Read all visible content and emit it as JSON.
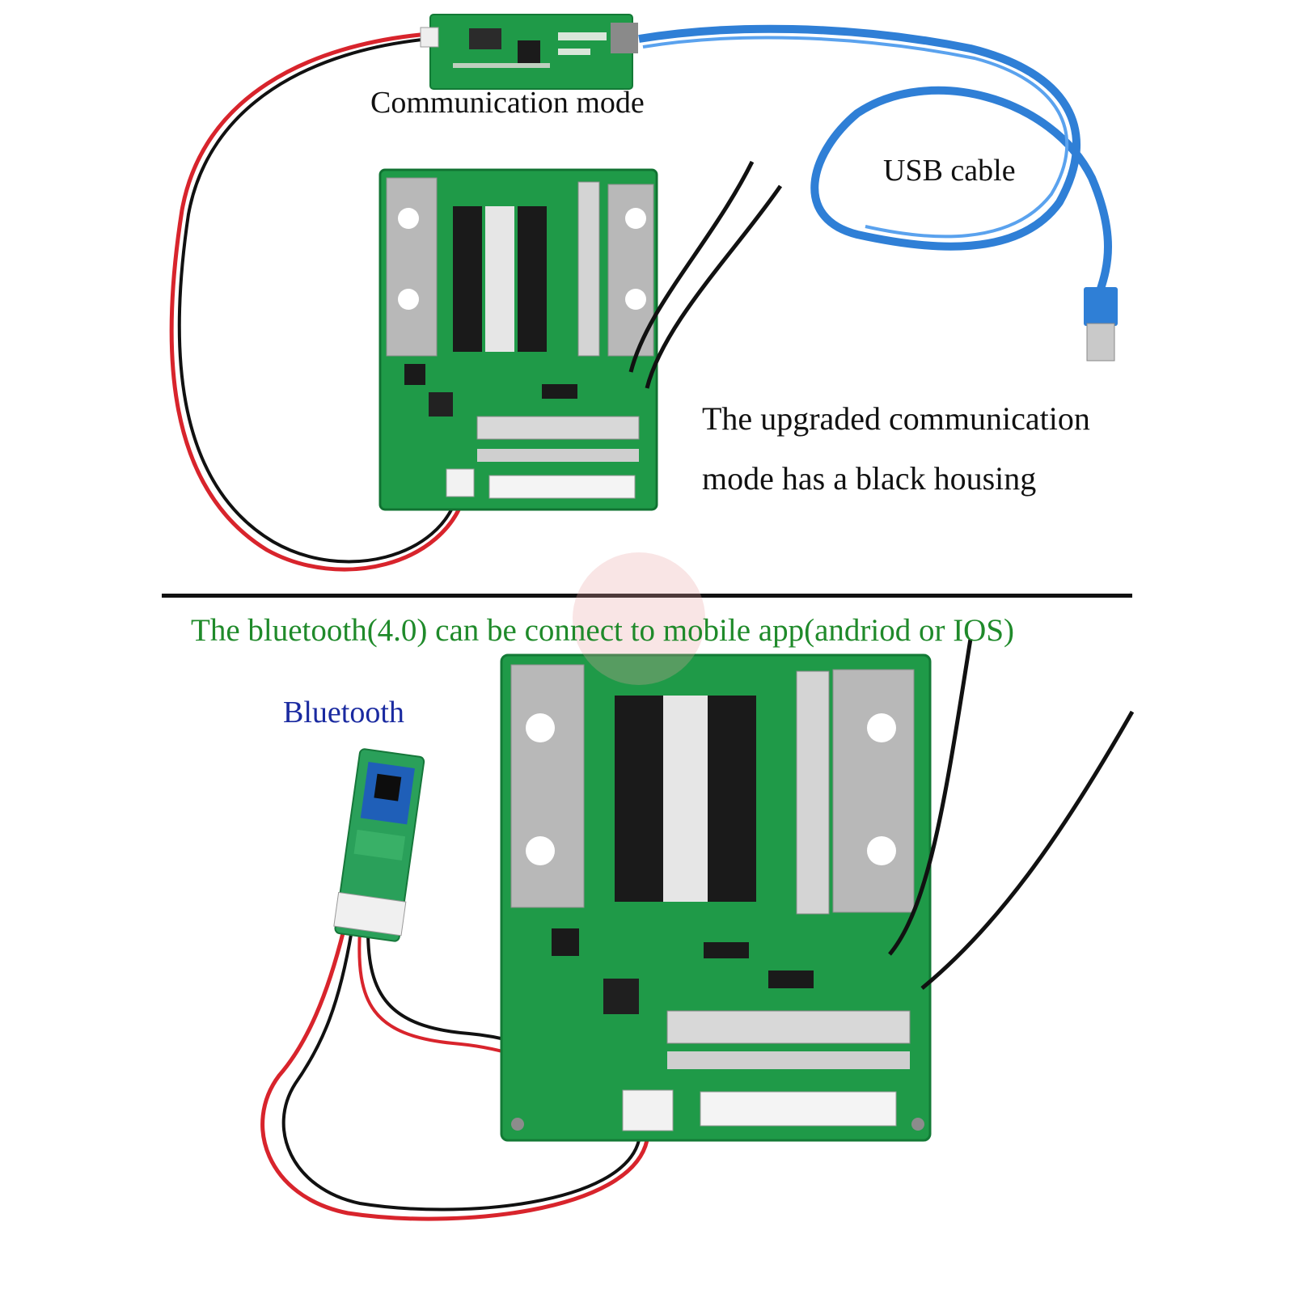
{
  "labels": {
    "communication_mode": "Communication mode",
    "usb_cable": "USB cable",
    "upgraded_line1": "The upgraded communication",
    "upgraded_line2": "mode has a black housing",
    "bluetooth_info": "The bluetooth(4.0) can be connect to mobile app(andriod or IOS)",
    "bluetooth": "Bluetooth"
  },
  "colors": {
    "pcb_green": "#1f9a48",
    "pcb_dark": "#137a36",
    "usb_blue": "#2f7fd6",
    "wire_red": "#d8242c",
    "wire_black": "#111111",
    "info_text": "#1f8a2a",
    "bluetooth_label": "#1a2aa0"
  }
}
